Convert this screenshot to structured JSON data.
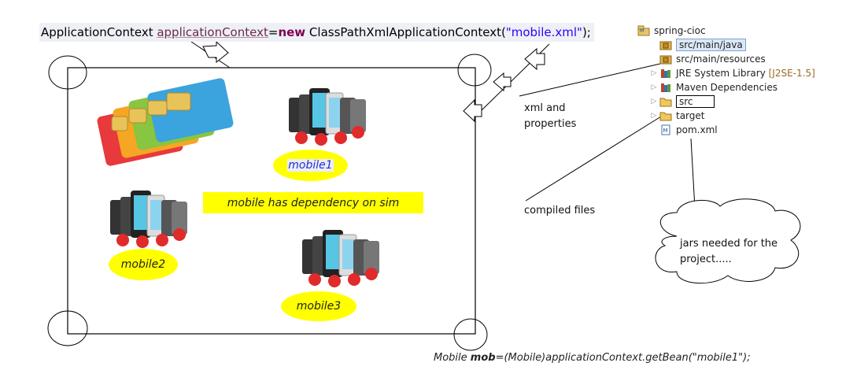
{
  "code_line": {
    "part1": "ApplicationContext ",
    "var": "applicationContext",
    "eq": "=",
    "kw": "new",
    "part2": " ClassPathXmlApplicationContext(",
    "str": "\"mobile.xml\"",
    "end": ");"
  },
  "labels": {
    "mobile1": "mobile1",
    "mobile2": "mobile2",
    "mobile3": "mobile3",
    "dependency": "mobile has dependency on sim"
  },
  "notes": {
    "xml_line1": "xml and",
    "xml_line2": "properties",
    "compiled": "compiled files",
    "cloud_line1": "jars needed for the",
    "cloud_line2": "project....."
  },
  "tree": {
    "project": "spring-cioc",
    "items": [
      {
        "label": "src/main/java",
        "icon": "package-folder-icon"
      },
      {
        "label": "src/main/resources",
        "icon": "package-folder-icon"
      },
      {
        "label": "JRE System Library",
        "version": "[J2SE-1.5]",
        "icon": "library-icon"
      },
      {
        "label": "Maven Dependencies",
        "icon": "library-icon"
      },
      {
        "label": "src",
        "icon": "folder-icon"
      },
      {
        "label": "target",
        "icon": "folder-icon"
      },
      {
        "label": "pom.xml",
        "icon": "maven-file-icon"
      }
    ]
  },
  "bottom_code": {
    "type": "Mobile ",
    "var": "mob",
    "rest": "=(Mobile)applicationContext.getBean(\"mobile1\");"
  },
  "colors": {
    "highlight": "#ffff00",
    "keyword": "#7f0055",
    "string": "#2a00ff",
    "selection": "#dbe8f7"
  }
}
